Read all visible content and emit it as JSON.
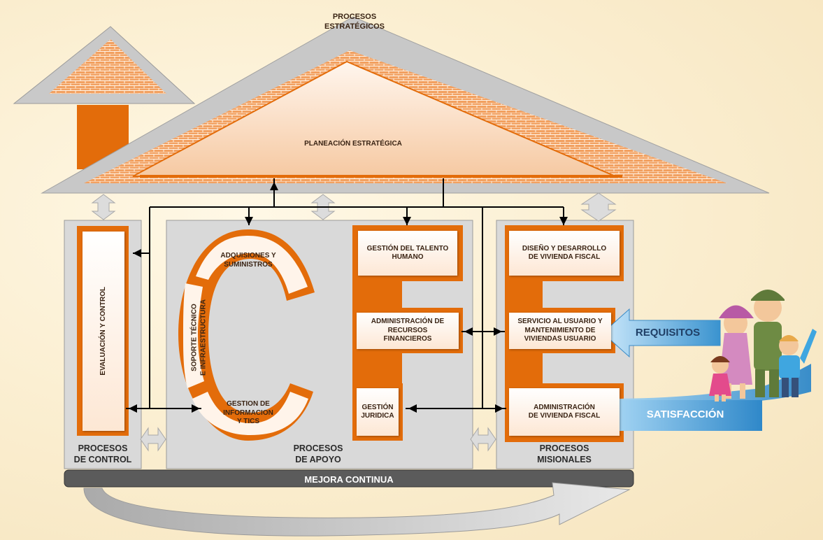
{
  "roof_title": "PROCESOS\nESTRATÉGICOS",
  "planeacion": "PLANEACIÓN ESTRATÉGICA",
  "control": {
    "box": "EVALUACIÓN Y CONTROL",
    "title": "PROCESOS\nDE CONTROL"
  },
  "apoyo": {
    "adquisiciones": "ADQUISIONES Y\nSUMINISTROS",
    "soporte": "SOPORTE TÉCNICO\nE INFRAESTRUCTURA",
    "gestion_info": "GESTION DE\nINFORMACION\nY TICS",
    "talento": "GESTIÓN DEL TALENTO\nHUMANO",
    "recursos": "ADMINISTRACIÓN DE\nRECURSOS\nFINANCIEROS",
    "juridica": "GESTIÓN\nJURIDICA",
    "title": "PROCESOS\nDE APOYO"
  },
  "misionales": {
    "diseno": "DISEÑO Y DESARROLLO\nDE VIVIENDA FISCAL",
    "servicio": "SERVICIO AL USUARIO Y\nMANTENIMIENTO DE\nVIVIENDAS USUARIO",
    "administracion": "ADMINISTRACIÓN\nDE VIVIENDA FISCAL",
    "title": "PROCESOS\nMISIONALES"
  },
  "requisitos": "REQUISITOS",
  "satisfaccion": "SATISFACCIÓN",
  "mejora": "MEJORA CONTINUA",
  "colors": {
    "orange": "#e36c0a",
    "gray_wall": "#d9d9d9",
    "roof_gray": "#c8c8c8",
    "blue": "#4a9fd5"
  }
}
